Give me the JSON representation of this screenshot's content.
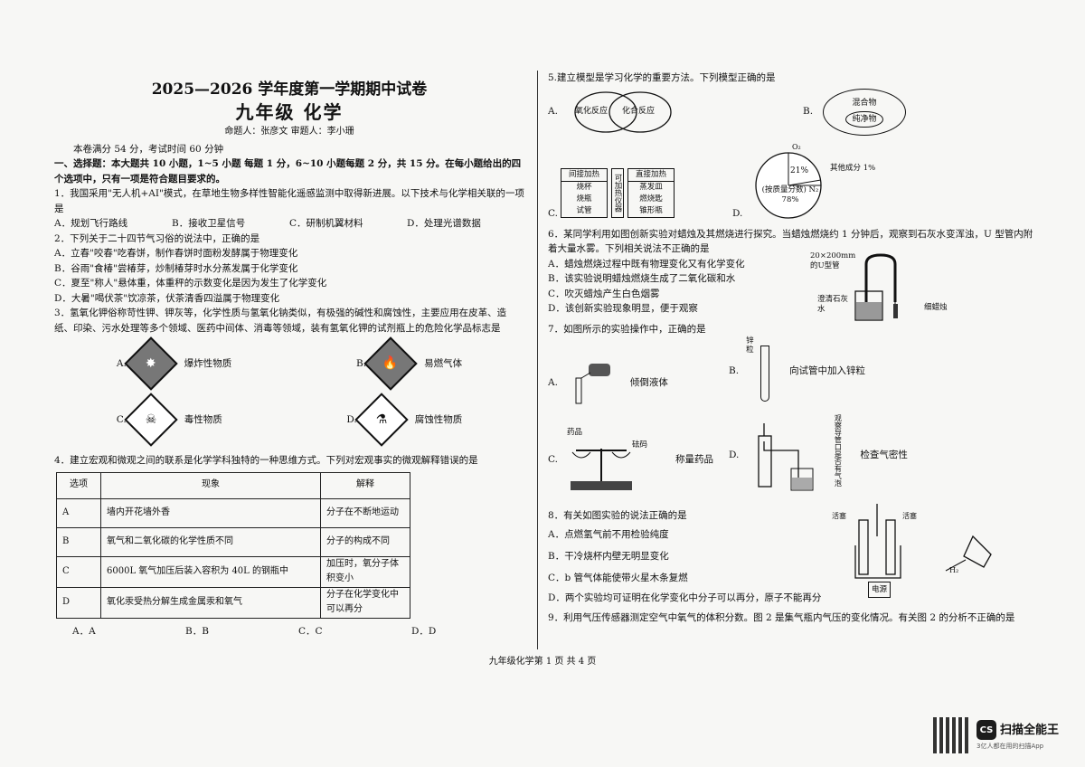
{
  "header": {
    "title": "2025—2026 学年度第一学期期中试卷",
    "subtitle": "九年级   化学",
    "authors": "命题人：张彦文   审题人：李小珊",
    "notice": "本卷满分 54 分，考试时间 60 分钟"
  },
  "section1": {
    "heading": "一、选择题：本大题共 10 小题，1~5 小题 每题 1 分，6~10 小题每题 2 分，共 15 分。在每小题给出的四个选项中，只有一项是符合题目要求的。"
  },
  "q1": {
    "stem": "1．我国采用\"无人机+AI\"模式，在草地生物多样性智能化遥感监测中取得新进展。以下技术与化学相关联的一项是",
    "options": [
      "A．规划飞行路线",
      "B．接收卫星信号",
      "C．研制机翼材料",
      "D．处理光谱数据"
    ]
  },
  "q2": {
    "stem": "2．下列关于二十四节气习俗的说法中，正确的是",
    "options": [
      "A．立春\"咬春\"吃春饼，制作春饼时面粉发酵属于物理变化",
      "B．谷雨\"食椿\"尝椿芽，炒制椿芽时水分蒸发属于化学变化",
      "C．夏至\"称人\"悬体重，体重秤的示数变化是因为发生了化学变化",
      "D．大暑\"喝伏茶\"饮凉茶，伏茶清香四溢属于物理变化"
    ]
  },
  "q3": {
    "stem": "3．氢氧化钾俗称苛性钾、钾灰等，化学性质与氢氧化钠类似，有极强的碱性和腐蚀性，主要应用在皮革、造纸、印染、污水处理等多个领域、医药中间体、消毒等领域，装有氢氧化钾的试剂瓶上的危险化学品标志是",
    "options": [
      {
        "letter": "A.",
        "label": "爆炸性物质",
        "icon": "explosive-icon"
      },
      {
        "letter": "B.",
        "label": "易燃气体",
        "icon": "flammable-icon"
      },
      {
        "letter": "C.",
        "label": "毒性物质",
        "icon": "toxic-icon"
      },
      {
        "letter": "D.",
        "label": "腐蚀性物质",
        "icon": "corrosive-icon"
      }
    ]
  },
  "q4": {
    "stem": "4．建立宏观和微观之间的联系是化学学科独特的一种思维方式。下列对宏观事实的微观解释错误的是",
    "headers": [
      "选项",
      "现象",
      "解释"
    ],
    "rows": [
      [
        "A",
        "墙内开花墙外香",
        "分子在不断地运动"
      ],
      [
        "B",
        "氧气和二氧化碳的化学性质不同",
        "分子的构成不同"
      ],
      [
        "C",
        "6000L 氧气加压后装入容积为 40L 的钢瓶中",
        "加压时，氧分子体积变小"
      ],
      [
        "D",
        "氧化汞受热分解生成金属汞和氧气",
        "分子在化学变化中可以再分"
      ]
    ],
    "answers": [
      "A．A",
      "B．B",
      "C．C",
      "D．D"
    ]
  },
  "q5": {
    "stem": "5.建立模型是学习化学的重要方法。下列模型正确的是",
    "a": {
      "letter": "A.",
      "left": "氧化反应",
      "right": "化合反应"
    },
    "b": {
      "letter": "B.",
      "outer": "混合物",
      "inner": "纯净物"
    },
    "c": {
      "letter": "C.",
      "left_title": "间接加热",
      "left_items": [
        "烧杯",
        "烧瓶",
        "试管"
      ],
      "mid": "可加热仪器",
      "right_title": "直接加热",
      "right_items": [
        "蒸发皿",
        "燃烧匙",
        "锥形瓶"
      ]
    },
    "d": {
      "letter": "D.",
      "o2": "O₂",
      "o2pct": "21%",
      "other": "其他成分 1%",
      "n2": "(按质量分数) N₂ 78%"
    }
  },
  "q6": {
    "stem": "6．某同学利用如图创新实验对蜡烛及其燃烧进行探究。当蜡烛燃烧约 1 分钟后，观察到石灰水变浑浊，U 型管内附着大量水雾。下列相关说法不正确的是",
    "options": [
      "A．蜡烛燃烧过程中既有物理变化又有化学变化",
      "B．该实验说明蜡烛燃烧生成了二氧化碳和水",
      "C．吹灭蜡烛产生白色烟雾",
      "D．该创新实验现象明显，便于观察"
    ],
    "fig_labels": {
      "tube": "20×200mm 的U型管",
      "lime": "澄清石灰水",
      "candle": "细蜡烛"
    }
  },
  "q7": {
    "stem": "7．如图所示的实验操作中，正确的是",
    "options": [
      {
        "letter": "A.",
        "label": "倾倒液体"
      },
      {
        "letter": "B.",
        "label": "向试管中加入锌粒",
        "tag": "锌粒"
      },
      {
        "letter": "C.",
        "label": "称量药品",
        "left_tag": "药品",
        "right_tag": "砝码"
      },
      {
        "letter": "D.",
        "label": "检查气密性",
        "note": "观察导管口是否有气泡"
      }
    ]
  },
  "q8": {
    "stem": "8．有关如图实验的说法正确的是",
    "options": [
      "A．点燃氢气前不用检验纯度",
      "B．干冷烧杯内壁无明显变化",
      "C．b 管气体能使带火星木条复燃",
      "D．两个实验均可证明在化学变化中分子可以再分，原子不能再分"
    ],
    "fig_labels": {
      "a": "活塞",
      "b": "活塞",
      "power": "电源",
      "h2": "H₂"
    }
  },
  "q9": {
    "stem": "9．利用气压传感器测定空气中氧气的体积分数。图 2 是集气瓶内气压的变化情况。有关图 2 的分析不正确的是"
  },
  "footer": {
    "page": "九年级化学第 1 页  共 4 页"
  },
  "watermark": {
    "brand": "扫描全能王",
    "logo": "CS",
    "slogan": "3亿人都在用的扫描App"
  }
}
